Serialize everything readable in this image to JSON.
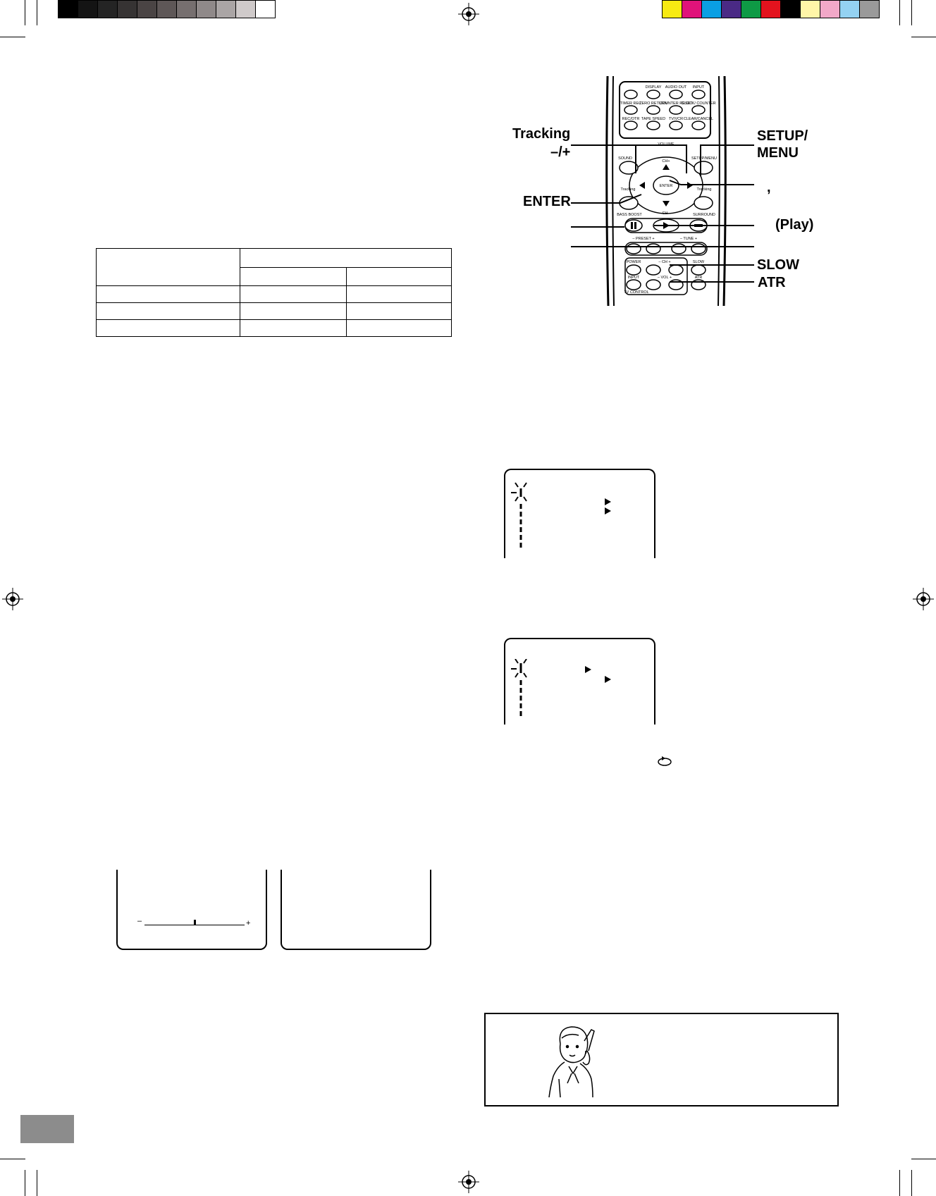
{
  "colors": {
    "grayscale_bar": [
      "#000000",
      "#141414",
      "#242424",
      "#363333",
      "#4a4444",
      "#5e5757",
      "#766f6f",
      "#8f8989",
      "#aaa5a5",
      "#cfcaca",
      "#ffffff"
    ],
    "color_bar": [
      "#f7ea12",
      "#e0137a",
      "#0a9fe3",
      "#4a2a85",
      "#0e9a45",
      "#e3131e",
      "#000000",
      "#fff5a8",
      "#f2a8c8",
      "#94d2f2",
      "#9a9a9a"
    ],
    "page_tab": "#8c8c8c"
  },
  "remote_labels": {
    "tracking": "Tracking",
    "tracking_sign": "–/+",
    "enter": "ENTER",
    "setup_menu_line1": "SETUP/",
    "setup_menu_line2": "MENU",
    "comma": ",",
    "play": "(Play)",
    "slow": "SLOW",
    "atr": "ATR"
  },
  "remote_buttons": {
    "row1": [
      "DISPLAY",
      "AUDIO OUT",
      "INPUT"
    ],
    "row2": [
      "TIMER REC",
      "ZERO RETURN",
      "COUNTER RESET",
      "CLOCK/ COUNTER"
    ],
    "row3": [
      "REC/OTR",
      "TAPE SPEED",
      "TV/VCR",
      "CLEAR/CANCEL"
    ],
    "volume": "VOLUME",
    "sound": "SOUND",
    "setup_menu": "SETUP/MENU",
    "ch_plus": "CH+",
    "ch_minus": "CH–",
    "enter": "ENTER",
    "tracking_left": "Tracking",
    "tracking_right": "Tracking",
    "bass_boost": "BASS BOOST",
    "surround": "SURROUND",
    "preset": "– PRESET +",
    "tune": "– TUNE +",
    "power": "POWER",
    "ch": "– CH +",
    "slow": "SLOW",
    "input": "INPUT",
    "vol": "– VOL +",
    "atr": "ATR",
    "tv_control": "TV CONTROL"
  },
  "tracking_bar": {
    "minus": "–",
    "plus": "+",
    "level": 0.5
  }
}
